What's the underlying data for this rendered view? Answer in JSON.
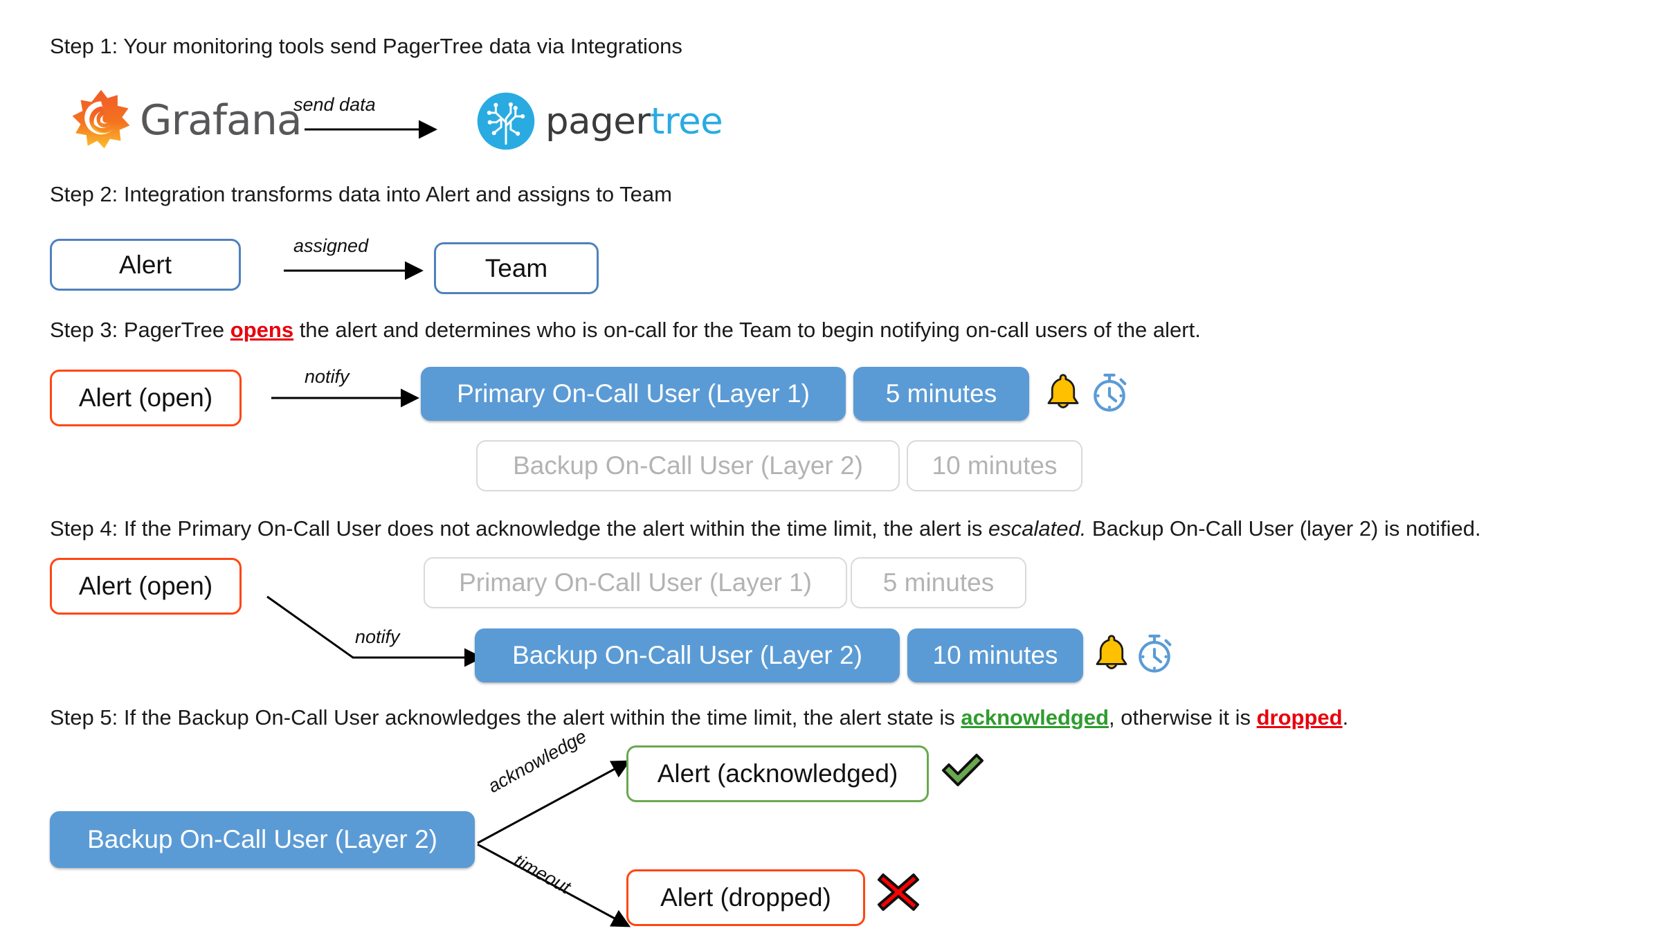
{
  "steps": [
    {
      "id": "step1",
      "text_prefix": "Step 1: Your monitoring tools send PagerTree data via Integrations",
      "arrow_label": "send data",
      "source_logo": "grafana-logo",
      "source_name": "Grafana",
      "target_logo": "pagertree-logo",
      "target_name_dark": "pager",
      "target_name_accent": "tree"
    },
    {
      "id": "step2",
      "text_prefix": "Step 2: Integration transforms data into Alert and assigns to Team",
      "arrow_label": "assigned",
      "from_box": "Alert",
      "to_box": "Team"
    },
    {
      "id": "step3",
      "text_a": "Step 3: PagerTree ",
      "text_hl": "opens",
      "text_b": " the alert and determines who is on-call for the Team to begin notifying on-call users of the alert.",
      "arrow_label": "notify",
      "alert_box": "Alert (open)",
      "layer1_user": "Primary On-Call User (Layer 1)",
      "layer1_time": "5 minutes",
      "layer2_user": "Backup On-Call User (Layer 2)",
      "layer2_time": "10 minutes",
      "icons": [
        "bell-icon",
        "stopwatch-icon"
      ]
    },
    {
      "id": "step4",
      "text_a": "Step 4: If the Primary On-Call User does not acknowledge the alert within the time limit, the alert is ",
      "text_ital": "escalated.",
      "text_b": " Backup On-Call User (layer 2) is notified.",
      "arrow_label": "notify",
      "alert_box": "Alert (open)",
      "layer1_user": "Primary On-Call User (Layer 1)",
      "layer1_time": "5 minutes",
      "layer2_user": "Backup On-Call User (Layer 2)",
      "layer2_time": "10 minutes",
      "icons": [
        "bell-icon",
        "stopwatch-icon"
      ]
    },
    {
      "id": "step5",
      "text_a": "Step 5: If the Backup On-Call User acknowledges the alert within the time limit, the alert state is ",
      "text_hl_green": "acknowledged",
      "text_mid": ", otherwise it is ",
      "text_hl_red": "dropped",
      "text_end": ".",
      "source_box": "Backup On-Call User (Layer 2)",
      "arrow_label_ack": "acknowledge",
      "arrow_label_timeout": "timeout",
      "ack_box": "Alert (acknowledged)",
      "dropped_box": "Alert (dropped)",
      "ack_icon": "green-check-icon",
      "dropped_icon": "red-x-icon"
    }
  ],
  "colors": {
    "blue_fill": "#5b9bd5",
    "blue_outline": "#4e81bd",
    "orange_outline": "#ff4612",
    "green_outline": "#6aa84f",
    "muted_border": "#d9d9d9",
    "muted_text": "#b3b3b3",
    "red_highlight": "#e8000d",
    "green_highlight": "#2e9c2e",
    "grafana_orange": "#f05a28",
    "pagertree_cyan": "#29abe2",
    "bell_yellow": "#ffc000",
    "stopwatch_blue": "#5b9bd5"
  }
}
